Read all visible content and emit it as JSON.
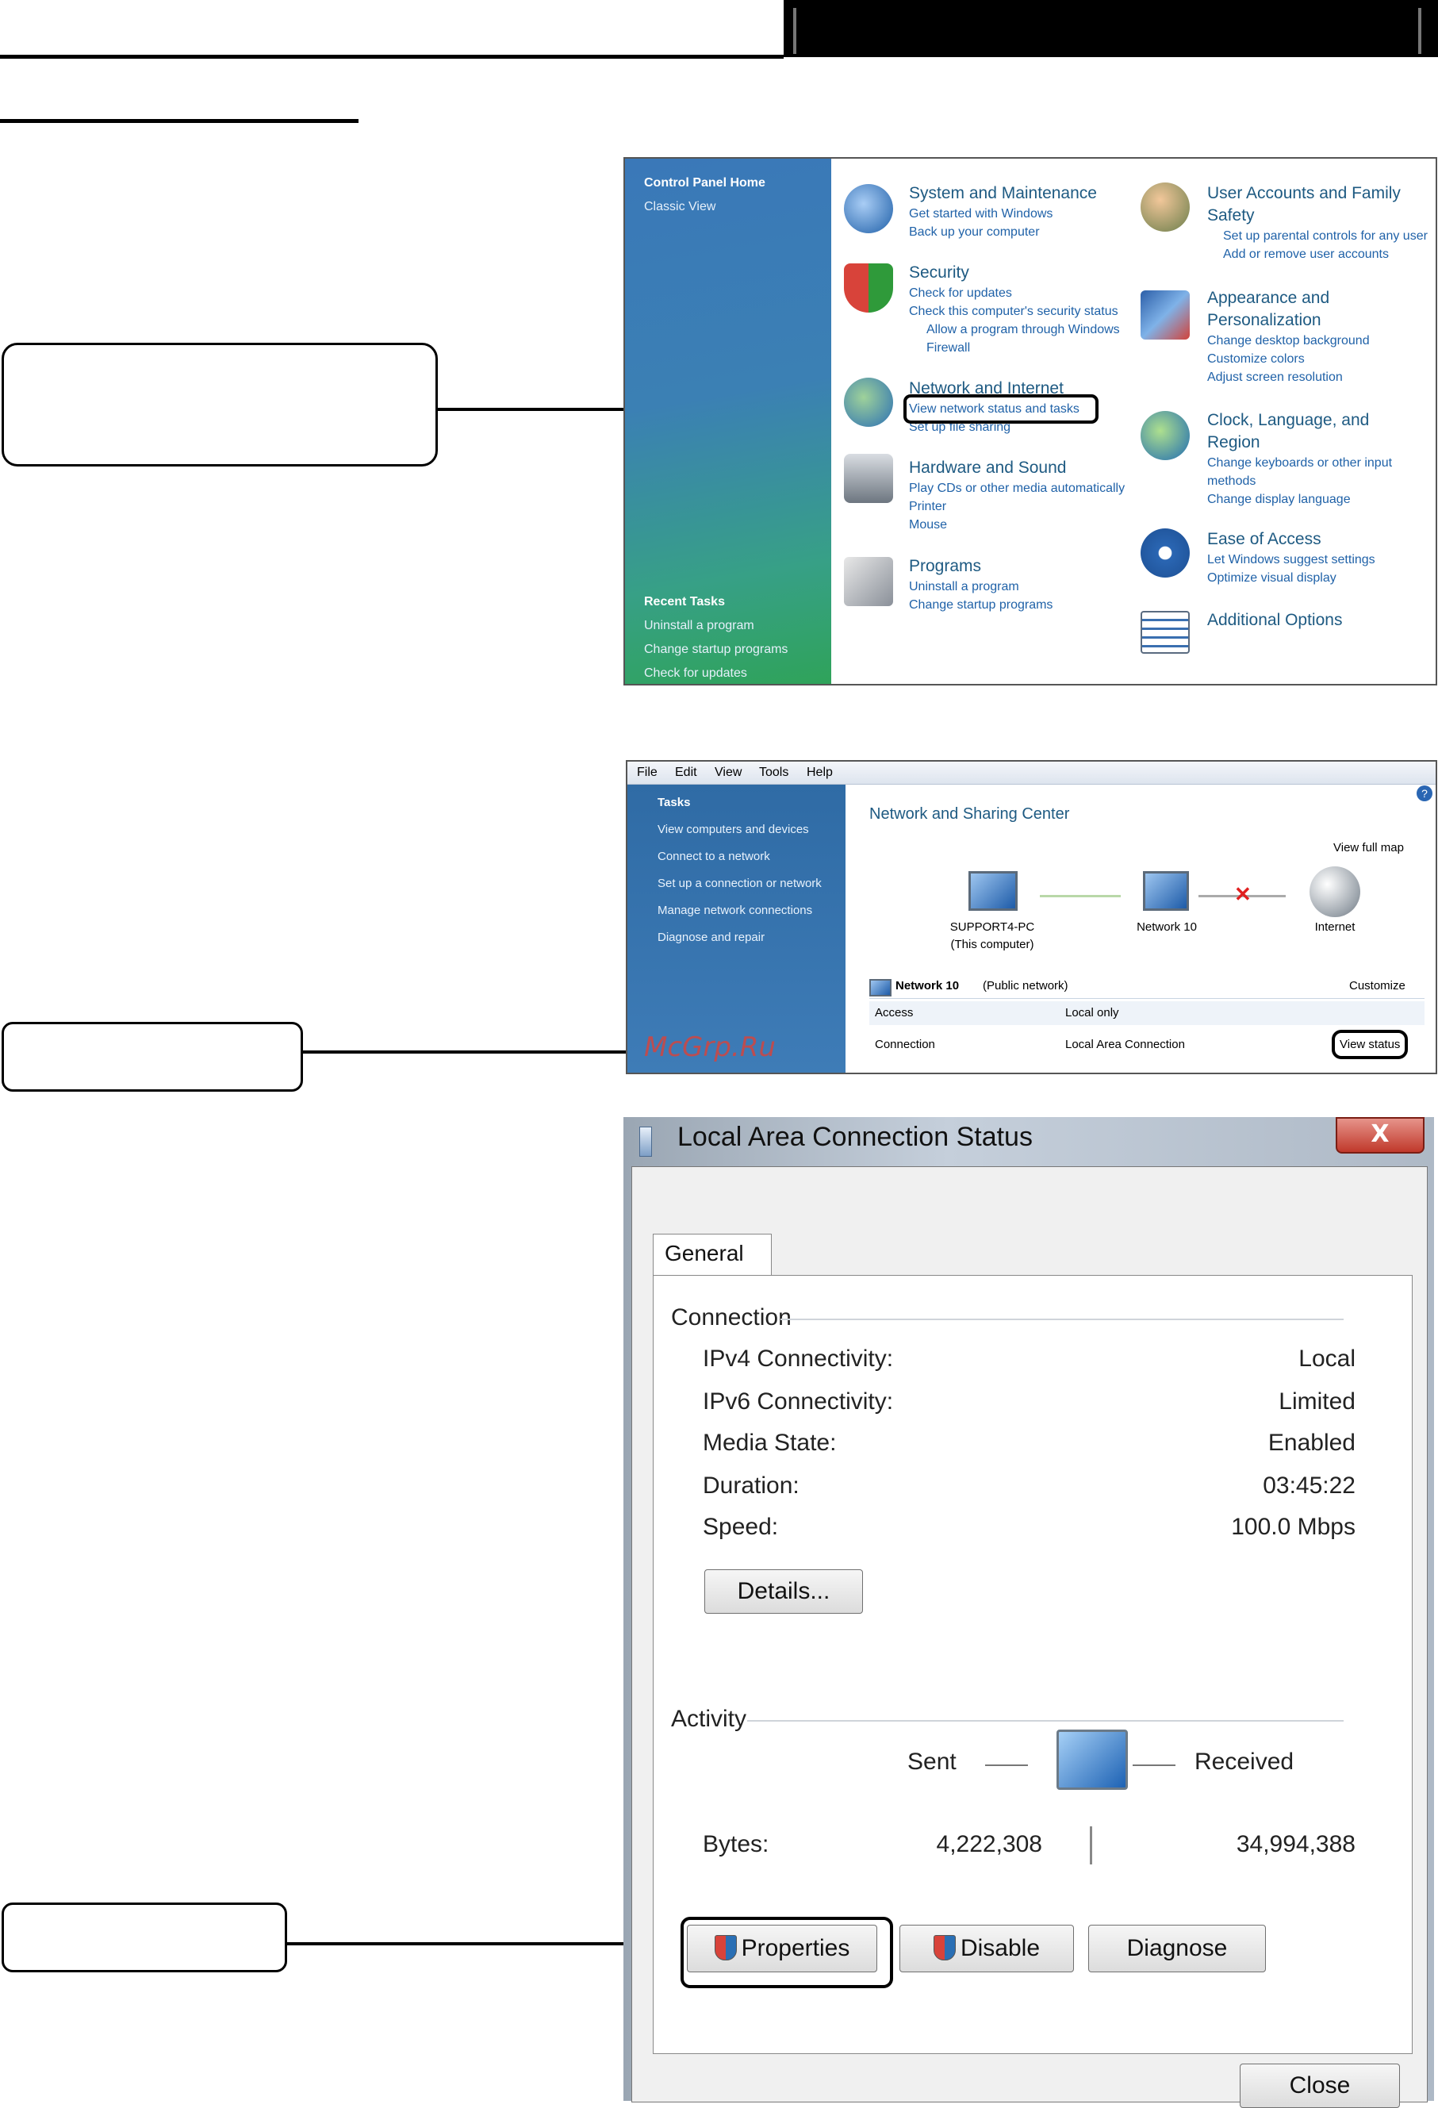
{
  "control_panel": {
    "sidebar": {
      "home": "Control Panel Home",
      "classic": "Classic View",
      "recent_title": "Recent Tasks",
      "recent": [
        "Uninstall a program",
        "Change startup programs",
        "Check for updates"
      ]
    },
    "left_categories": [
      {
        "title": "System and Maintenance",
        "links": [
          "Get started with Windows",
          "Back up your computer"
        ]
      },
      {
        "title": "Security",
        "links": [
          "Check for updates",
          "Check this computer's security status",
          "Allow a program through Windows",
          "Firewall"
        ]
      },
      {
        "title": "Network and Internet",
        "links": [
          "View network status and tasks",
          "Set up file sharing"
        ]
      },
      {
        "title": "Hardware and Sound",
        "links": [
          "Play CDs or other media automatically",
          "Printer",
          "Mouse"
        ]
      },
      {
        "title": "Programs",
        "links": [
          "Uninstall a program",
          "Change startup programs"
        ]
      }
    ],
    "right_categories": [
      {
        "title_lines": [
          "User Accounts and Family",
          "Safety"
        ],
        "links": [
          "Set up parental controls for any user",
          "Add or remove user accounts"
        ]
      },
      {
        "title_lines": [
          "Appearance and",
          "Personalization"
        ],
        "links": [
          "Change desktop background",
          "Customize colors",
          "Adjust screen resolution"
        ]
      },
      {
        "title_lines": [
          "Clock, Language, and",
          "Region"
        ],
        "links": [
          "Change keyboards or other input",
          "methods",
          "Change display language"
        ]
      },
      {
        "title_lines": [
          "Ease of Access"
        ],
        "links": [
          "Let Windows suggest settings",
          "Optimize visual display"
        ]
      },
      {
        "title_lines": [
          "Additional Options"
        ],
        "links": []
      }
    ]
  },
  "network_center": {
    "menu": [
      "File",
      "Edit",
      "View",
      "Tools",
      "Help"
    ],
    "tasks_title": "Tasks",
    "tasks": [
      "View computers and devices",
      "Connect to a network",
      "Set up a connection or network",
      "Manage network connections",
      "Diagnose and repair"
    ],
    "title": "Network and Sharing Center",
    "view_full_map": "View full map",
    "computer_name": "SUPPORT4-PC",
    "computer_sub": "(This computer)",
    "network_name": "Network 10",
    "internet": "Internet",
    "network_bold": "Network  10",
    "network_type": "(Public network)",
    "customize": "Customize",
    "access_label": "Access",
    "access_value": "Local only",
    "connection_label": "Connection",
    "connection_value": "Local Area Connection",
    "view_status": "View status",
    "watermark": "McGrp.Ru"
  },
  "status_dialog": {
    "title": "Local Area Connection Status",
    "tab": "General",
    "connection_header": "Connection",
    "rows": [
      {
        "label": "IPv4 Connectivity:",
        "value": "Local"
      },
      {
        "label": "IPv6 Connectivity:",
        "value": "Limited"
      },
      {
        "label": "Media State:",
        "value": "Enabled"
      },
      {
        "label": "Duration:",
        "value": "03:45:22"
      },
      {
        "label": "Speed:",
        "value": "100.0 Mbps"
      }
    ],
    "details_button": "Details...",
    "activity_header": "Activity",
    "sent_label": "Sent",
    "received_label": "Received",
    "bytes_label": "Bytes:",
    "bytes_sent": "4,222,308",
    "bytes_received": "34,994,388",
    "properties_button": "Properties",
    "disable_button": "Disable",
    "diagnose_button": "Diagnose",
    "close_button": "Close",
    "close_x": "X"
  }
}
